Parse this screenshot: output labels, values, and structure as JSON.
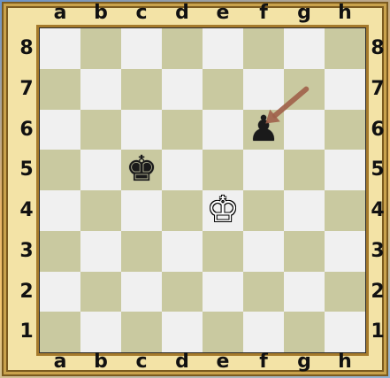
{
  "board": {
    "files": [
      "a",
      "b",
      "c",
      "d",
      "e",
      "f",
      "g",
      "h"
    ],
    "ranks": [
      "8",
      "7",
      "6",
      "5",
      "4",
      "3",
      "2",
      "1"
    ],
    "colors": {
      "light": "#f0f0f0",
      "dark": "#c9c9a0",
      "arrow": "#a0614a"
    }
  },
  "pieces": [
    {
      "square": "c5",
      "glyph": "♚",
      "name": "black-king",
      "color": "black"
    },
    {
      "square": "f6",
      "glyph": "♟",
      "name": "black-pawn",
      "color": "black"
    },
    {
      "square": "e4",
      "glyph": "♔",
      "name": "white-king",
      "color": "white"
    }
  ],
  "arrows": [
    {
      "from": "g7",
      "to": "f6"
    }
  ]
}
